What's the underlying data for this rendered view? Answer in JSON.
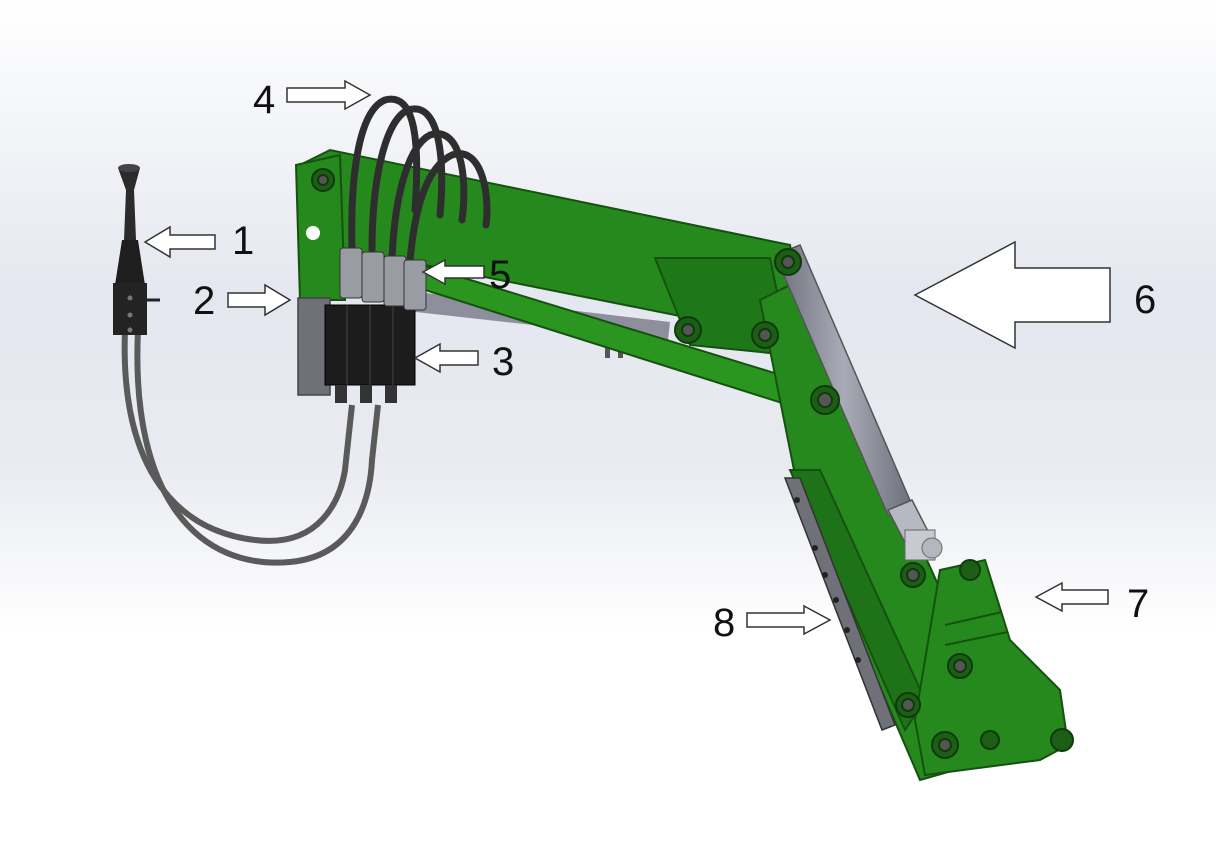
{
  "diagram": {
    "callouts": [
      {
        "id": "1",
        "label": "1"
      },
      {
        "id": "2",
        "label": "2"
      },
      {
        "id": "3",
        "label": "3"
      },
      {
        "id": "4",
        "label": "4"
      },
      {
        "id": "5",
        "label": "5"
      },
      {
        "id": "6",
        "label": "6"
      },
      {
        "id": "7",
        "label": "7"
      },
      {
        "id": "8",
        "label": "8"
      }
    ]
  },
  "colors": {
    "frame_green": "#25891d",
    "frame_green_dark": "#1b6a15",
    "hose": "#2e2e2e",
    "cable": "#555555",
    "cylinder": "#8d8f9c",
    "valve_block": "#1c1c1c",
    "bracket": "#6f7078",
    "background_shade": "#dde0ea"
  }
}
